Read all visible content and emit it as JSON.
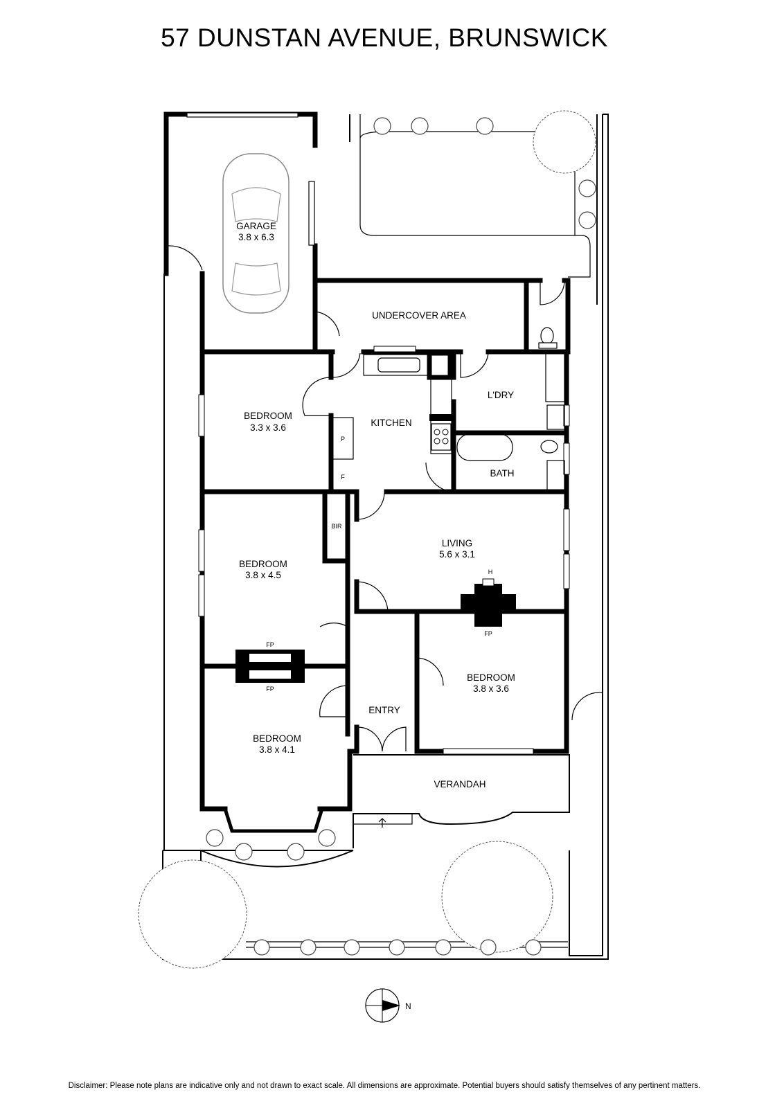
{
  "title": "57 DUNSTAN AVENUE, BRUNSWICK",
  "rooms": {
    "garage": {
      "name": "GARAGE",
      "dims": "3.8 x 6.3"
    },
    "undercover": {
      "name": "UNDERCOVER AREA"
    },
    "bedroom1": {
      "name": "BEDROOM",
      "dims": "3.3 x 3.6"
    },
    "kitchen": {
      "name": "KITCHEN"
    },
    "laundry": {
      "name": "L'DRY"
    },
    "bath": {
      "name": "BATH"
    },
    "pantry": {
      "name": "P"
    },
    "fridge": {
      "name": "F"
    },
    "bir": {
      "name": "BIR"
    },
    "living": {
      "name": "LIVING",
      "dims": "5.6 x 3.1"
    },
    "hearth": {
      "name": "H"
    },
    "bedroom2": {
      "name": "BEDROOM",
      "dims": "3.8 x 4.5"
    },
    "bedroom3": {
      "name": "BEDROOM",
      "dims": "3.8 x 3.6"
    },
    "bedroom4": {
      "name": "BEDROOM",
      "dims": "3.8 x 4.1"
    },
    "entry": {
      "name": "ENTRY"
    },
    "verandah": {
      "name": "VERANDAH"
    },
    "fireplace_living": "FP",
    "fireplace_bed_top": "FP",
    "fireplace_bed_bottom": "FP"
  },
  "compass": {
    "north_label": "N"
  },
  "disclaimer": "Disclaimer: Please note plans are indicative only and not drawn to exact scale. All dimensions are approximate. Potential buyers should satisfy themselves of any pertinent matters."
}
